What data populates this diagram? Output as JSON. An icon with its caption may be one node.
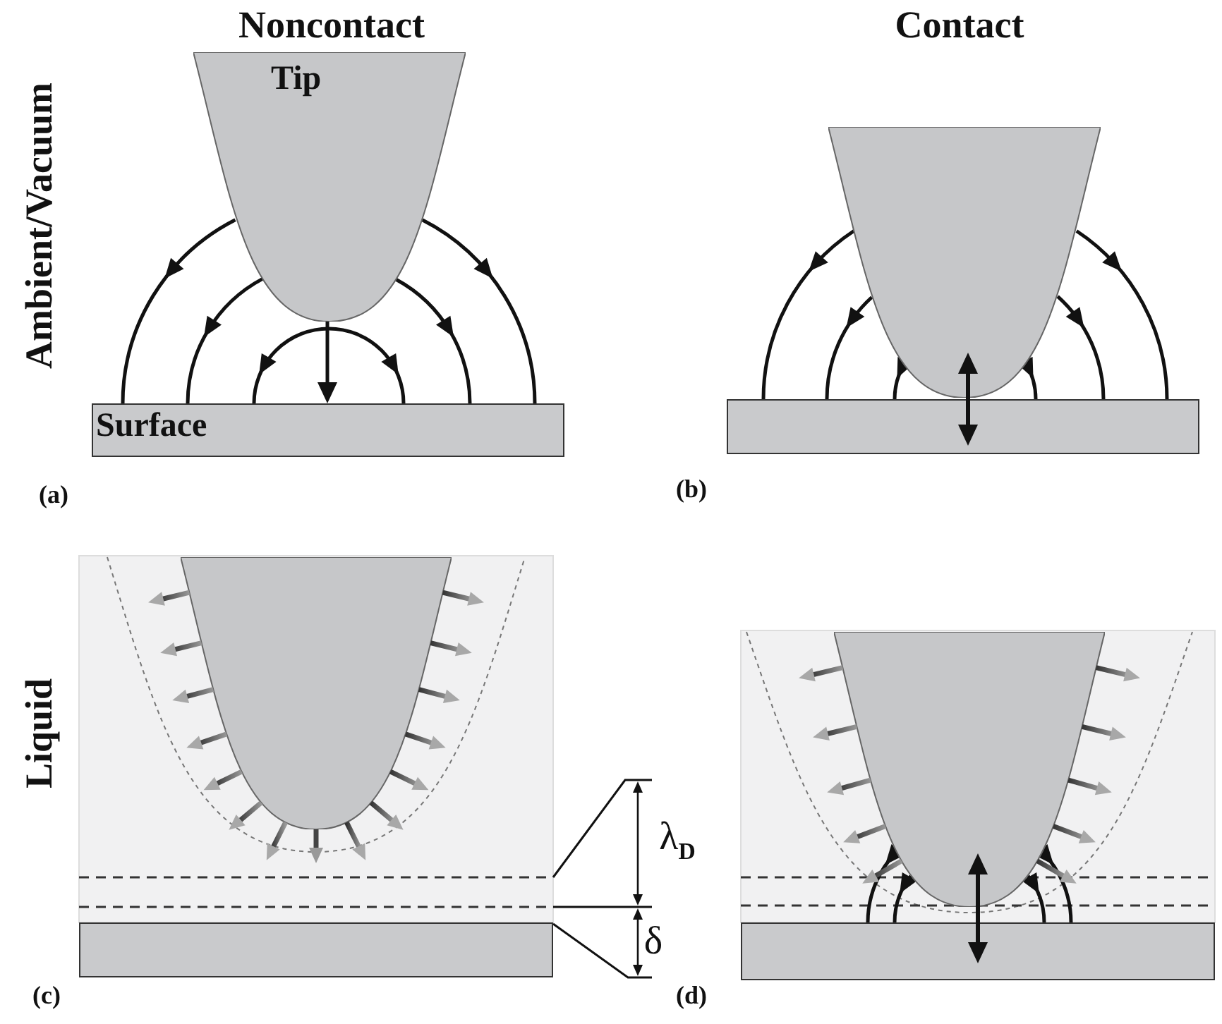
{
  "diagram": {
    "nodes": [
      {
        "text": [
          "Tip"
        ]
      },
      {
        "text": [
          "Surface"
        ]
      },
      {
        "text": [],
        "shape": "parabola"
      },
      {
        "text": [],
        "shape": "box"
      },
      {
        "text": [],
        "shape": "parabola"
      },
      {
        "text": [],
        "shape": "box"
      },
      {
        "text": [],
        "shape": "parabola"
      },
      {
        "text": [],
        "shape": "box"
      }
    ],
    "edges": [
      {
        "from": 0,
        "to": 1,
        "arrow": "to"
      },
      {
        "from": 0,
        "to": 1,
        "arrow": "to"
      },
      {
        "from": 0,
        "to": 1,
        "arrow": "to"
      },
      {
        "from": 0,
        "to": 1,
        "arrow": "to"
      },
      {
        "from": 0,
        "to": 1,
        "arrow": "to"
      },
      {
        "from": 0,
        "to": 1,
        "arrow": "to"
      },
      {
        "from": 0,
        "to": 1,
        "arrow": "to"
      },
      {
        "from": 2,
        "to": 3,
        "arrow": "to"
      },
      {
        "from": 2,
        "to": 3,
        "arrow": "to"
      },
      {
        "from": 2,
        "to": 3,
        "arrow": "to"
      },
      {
        "from": 2,
        "to": 3,
        "arrow": "both"
      },
      {
        "from": 2,
        "to": 3,
        "arrow": "to"
      },
      {
        "from": 2,
        "to": 3,
        "arrow": "to"
      },
      {
        "from": 2,
        "to": 3,
        "arrow": "to"
      },
      {
        "from": 6,
        "to": 7,
        "arrow": "to"
      },
      {
        "from": 6,
        "to": 7,
        "arrow": "to"
      },
      {
        "from": 6,
        "to": 7,
        "arrow": "both"
      },
      {
        "from": 6,
        "to": 7,
        "arrow": "to"
      },
      {
        "from": 6,
        "to": 7,
        "arrow": "to"
      }
    ],
    "labels": [
      "Noncontact",
      "Contact",
      "Ambient/Vacuum",
      "(a)",
      "(b)",
      "Liquid",
      "λ$_{D}$",
      "δ",
      "(c)",
      "(d)"
    ]
  }
}
